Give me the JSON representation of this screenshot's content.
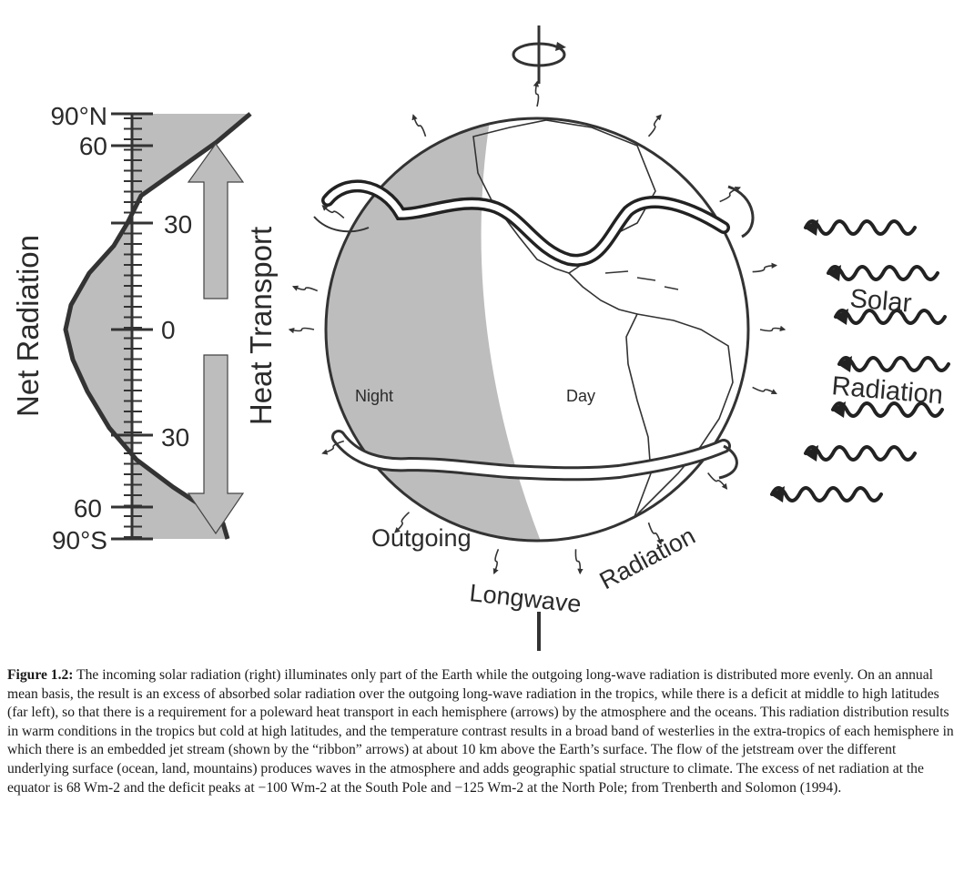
{
  "lat_axis": {
    "ticks": [
      "90°N",
      "60",
      "30",
      "0",
      "30",
      "60",
      "90°S"
    ]
  },
  "labels": {
    "net_radiation": "Net Radiation",
    "heat_transport": "Heat Transport",
    "night": "Night",
    "day": "Day",
    "solar_radiation": [
      "Solar",
      "Radiation"
    ],
    "outgoing": [
      "Outgoing",
      "Longwave",
      "Radiation"
    ]
  },
  "caption": {
    "label": "Figure 1.2:",
    "text": "The incoming solar radiation (right) illuminates only part of the Earth while the outgoing long-wave radiation is distributed more evenly. On an annual mean basis, the result is an excess of absorbed solar radiation over the outgoing long-wave radiation in the tropics, while there is a deficit at middle to high latitudes (far left), so that there is a requirement for a poleward heat transport in each hemisphere (arrows) by the atmosphere and the oceans. This radiation distribution results in warm conditions in the tropics but cold at high latitudes, and the temperature contrast results in a broad band of westerlies in the extra-tropics of each hemisphere in which there is an embedded jet stream (shown by the “ribbon” arrows) at about 10 km above the Earth’s surface. The flow of the jetstream over the different underlying surface (ocean, land, mountains) produces waves in the atmosphere and adds geographic spatial structure to climate. The excess of net radiation at the equator is 68 Wm-2 and the deficit peaks at −100 Wm-2 at the South Pole and −125 Wm-2 at the North Pole; from Trenberth and Solomon (1994)."
  }
}
